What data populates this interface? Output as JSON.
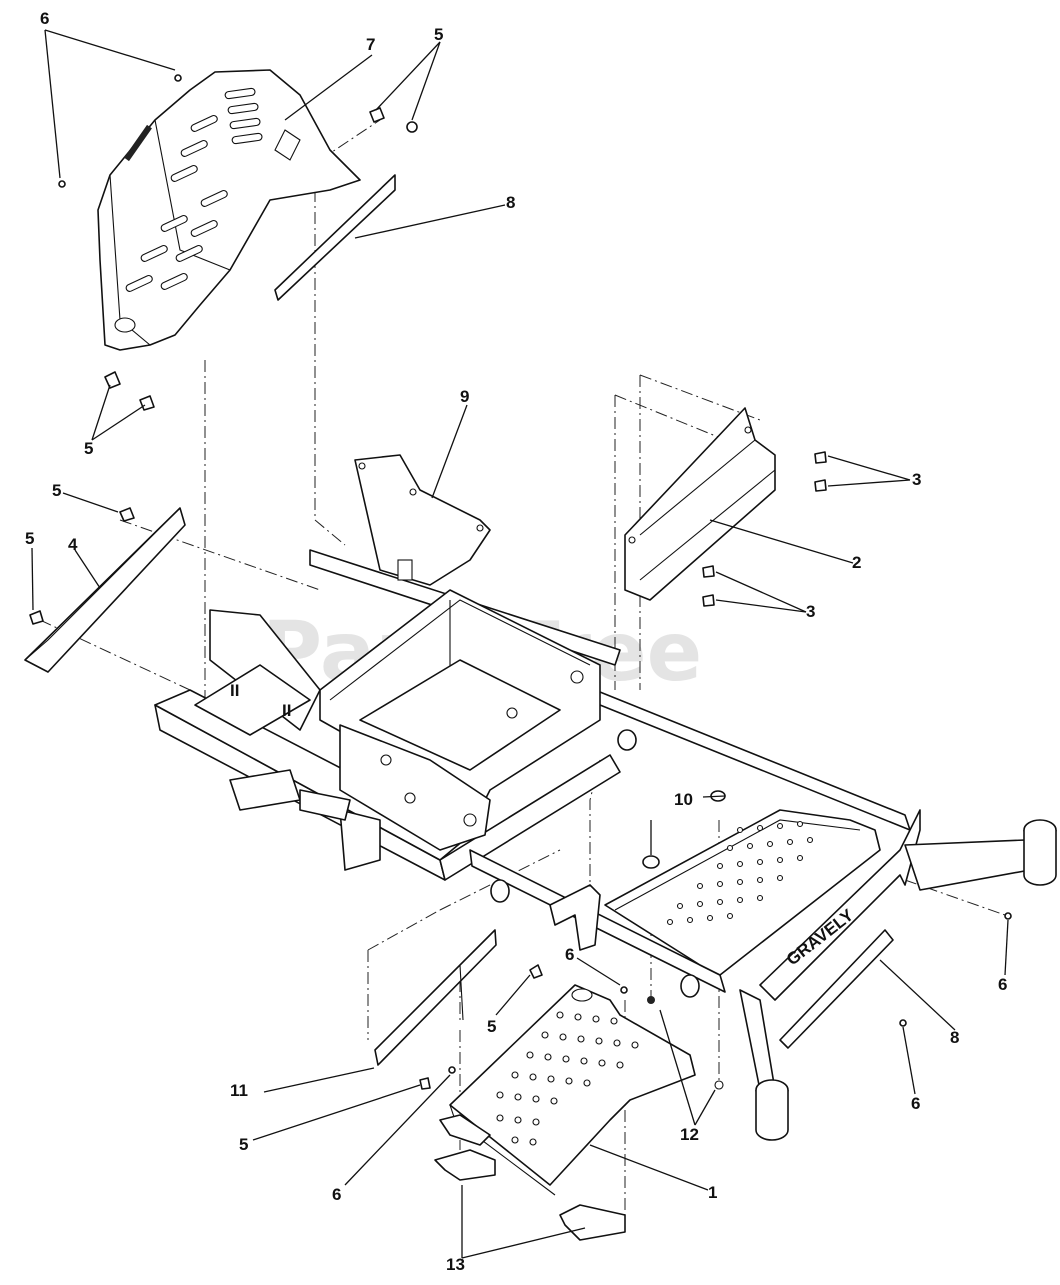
{
  "watermark": "PartsTree",
  "callouts": [
    {
      "id": "c1",
      "label": "1"
    },
    {
      "id": "c2",
      "label": "2"
    },
    {
      "id": "c3a",
      "label": "3"
    },
    {
      "id": "c3b",
      "label": "3"
    },
    {
      "id": "c4",
      "label": "4"
    },
    {
      "id": "c5a",
      "label": "5"
    },
    {
      "id": "c5b",
      "label": "5"
    },
    {
      "id": "c5c",
      "label": "5"
    },
    {
      "id": "c5d",
      "label": "5"
    },
    {
      "id": "c5e",
      "label": "5"
    },
    {
      "id": "c5f",
      "label": "5"
    },
    {
      "id": "c6a",
      "label": "6"
    },
    {
      "id": "c6b",
      "label": "6"
    },
    {
      "id": "c6c",
      "label": "6"
    },
    {
      "id": "c6d",
      "label": "6"
    },
    {
      "id": "c6e",
      "label": "6"
    },
    {
      "id": "c7",
      "label": "7"
    },
    {
      "id": "c8a",
      "label": "8"
    },
    {
      "id": "c8b",
      "label": "8"
    },
    {
      "id": "c9",
      "label": "9"
    },
    {
      "id": "c10",
      "label": "10"
    },
    {
      "id": "c11",
      "label": "11"
    },
    {
      "id": "c12",
      "label": "12"
    },
    {
      "id": "c13",
      "label": "13"
    }
  ],
  "brand_decal": "GRAVELY"
}
